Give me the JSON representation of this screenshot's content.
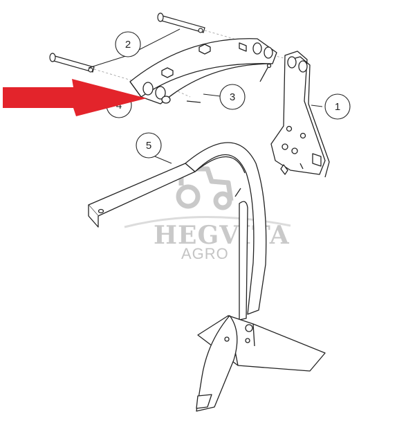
{
  "callouts": {
    "one": "1",
    "two": "2",
    "three": "3",
    "four": "4",
    "five": "5"
  },
  "watermark": {
    "brand": "HEGVITA",
    "sub": "AGRO"
  },
  "colors": {
    "line": "#222222",
    "arrow": "#e3242b",
    "watermark": "#c9c9c9"
  },
  "highlight": {
    "pointer": "red-arrow",
    "target_part": "4"
  }
}
